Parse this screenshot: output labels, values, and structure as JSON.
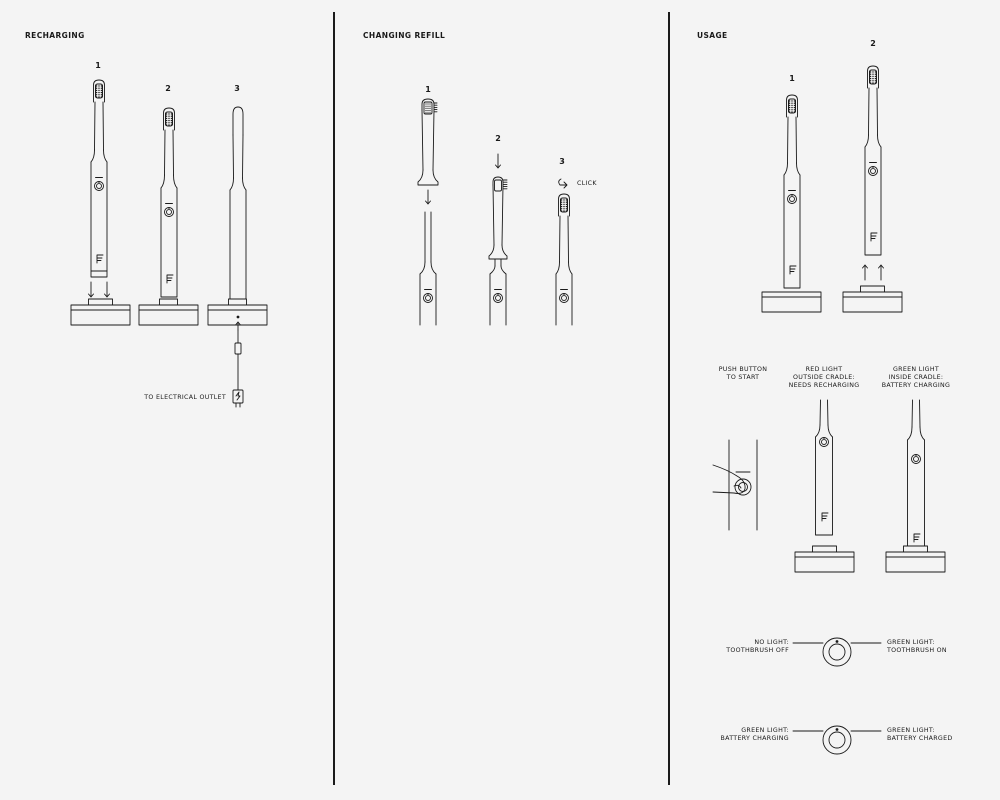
{
  "sections": {
    "recharging": {
      "title": "RECHARGING",
      "steps": [
        "1",
        "2",
        "3"
      ],
      "outlet_label": "TO ELECTRICAL OUTLET"
    },
    "changing_refill": {
      "title": "CHANGING REFILL",
      "steps": [
        "1",
        "2",
        "3"
      ],
      "click_label": "CLICK"
    },
    "usage": {
      "title": "USAGE",
      "steps": [
        "1",
        "2"
      ],
      "captions": {
        "push_button": [
          "PUSH BUTTON",
          "TO START"
        ],
        "red_light": [
          "RED LIGHT",
          "OUTSIDE CRADLE:",
          "NEEDS RECHARGING"
        ],
        "green_light": [
          "GREEN LIGHT",
          "INSIDE CRADLE:",
          "BATTERY CHARGING"
        ]
      },
      "indicator_1": {
        "left": [
          "NO LIGHT:",
          "TOOTHBRUSH OFF"
        ],
        "right": [
          "GREEN LIGHT:",
          "TOOTHBRUSH ON"
        ]
      },
      "indicator_2": {
        "left": [
          "GREEN LIGHT:",
          "BATTERY CHARGING"
        ],
        "right": [
          "GREEN LIGHT:",
          "BATTERY CHARGED"
        ]
      }
    }
  },
  "colors": {
    "background": "#f4f4f4",
    "ink": "#1a1a1a"
  }
}
